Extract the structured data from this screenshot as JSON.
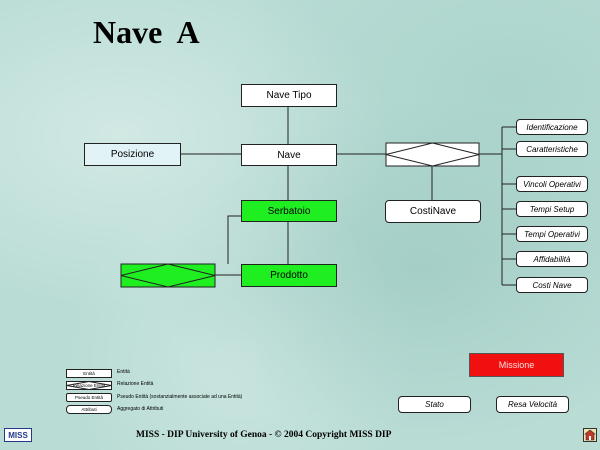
{
  "title": "Nave  A",
  "entities": {
    "nave_tipo": "Nave Tipo",
    "nave": "Nave",
    "posizione": "Posizione",
    "serbatoio": "Serbatoio",
    "prodotto": "Prodotto",
    "costi_nave": "CostiNave",
    "missione": "Missione",
    "stato": "Stato",
    "resa_velocita": "Resa Velocità"
  },
  "attributes": [
    "Identificazione",
    "Caratteristiche",
    "Vincoli Operativi",
    "Tempi Setup",
    "Tempi Operativi",
    "Affidabilità",
    "Costi Nave"
  ],
  "legend": [
    {
      "symbol": "Entità",
      "text": "Entità"
    },
    {
      "symbol": "Relazione Entità",
      "text": "Relazione Entità"
    },
    {
      "symbol": "Pseudo Entità",
      "text": "Pseudo Entità (sostanzialmente associate ad una Entità)"
    },
    {
      "symbol": "Attributi",
      "text": "Aggregato di Attributi"
    }
  ],
  "footer": "MISS - DIP University of Genoa   -  © 2004 Copyright MISS DIP",
  "logo_text": "MISS",
  "icons": {
    "logo": "miss-logo-icon",
    "home": "home-icon"
  },
  "colors": {
    "background": "#b9dcd5",
    "green_entity": "#1fee21",
    "missione": "#f01010",
    "pale_entity": "#e2f3f7"
  }
}
